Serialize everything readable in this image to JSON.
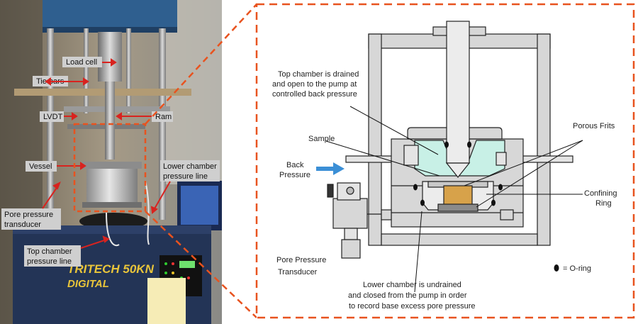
{
  "photo_labels": {
    "load_cell": "Load cell",
    "tie_bars": "Tie bars",
    "lvdt": "LVDT",
    "ram": "Ram",
    "vessel": "Vessel",
    "lower_chamber_pressure_line": [
      "Lower chamber",
      "pressure line"
    ],
    "pore_pressure_transducer": [
      "Pore pressure",
      "transducer"
    ],
    "top_chamber_pressure_line": [
      "Top chamber",
      "pressure line"
    ],
    "machine_brand": [
      "TRITECH 50KN",
      "DIGITAL"
    ]
  },
  "diagram_labels": {
    "top_chamber": [
      "Top chamber is drained",
      "and open to the pump at",
      "controlled back pressure"
    ],
    "porous_frits": "Porous Frits",
    "sample": "Sample",
    "back_pressure": [
      "Back",
      "Pressure"
    ],
    "confining_ring": [
      "Confining",
      "Ring"
    ],
    "pore_pressure_transducer": [
      "Pore Pressure",
      "Transducer"
    ],
    "lower_chamber": [
      "Lower chamber is undrained",
      "and closed from the pump in order",
      "to record base excess pore pressure"
    ],
    "o_ring_legend": "= O-ring"
  },
  "colors": {
    "accent_dashed": "#e8531f",
    "arrow_red": "#d8231f",
    "back_pressure_arrow": "#3b8fd6",
    "fluid": "#c8f0e6",
    "sample": "#d7a24a"
  }
}
